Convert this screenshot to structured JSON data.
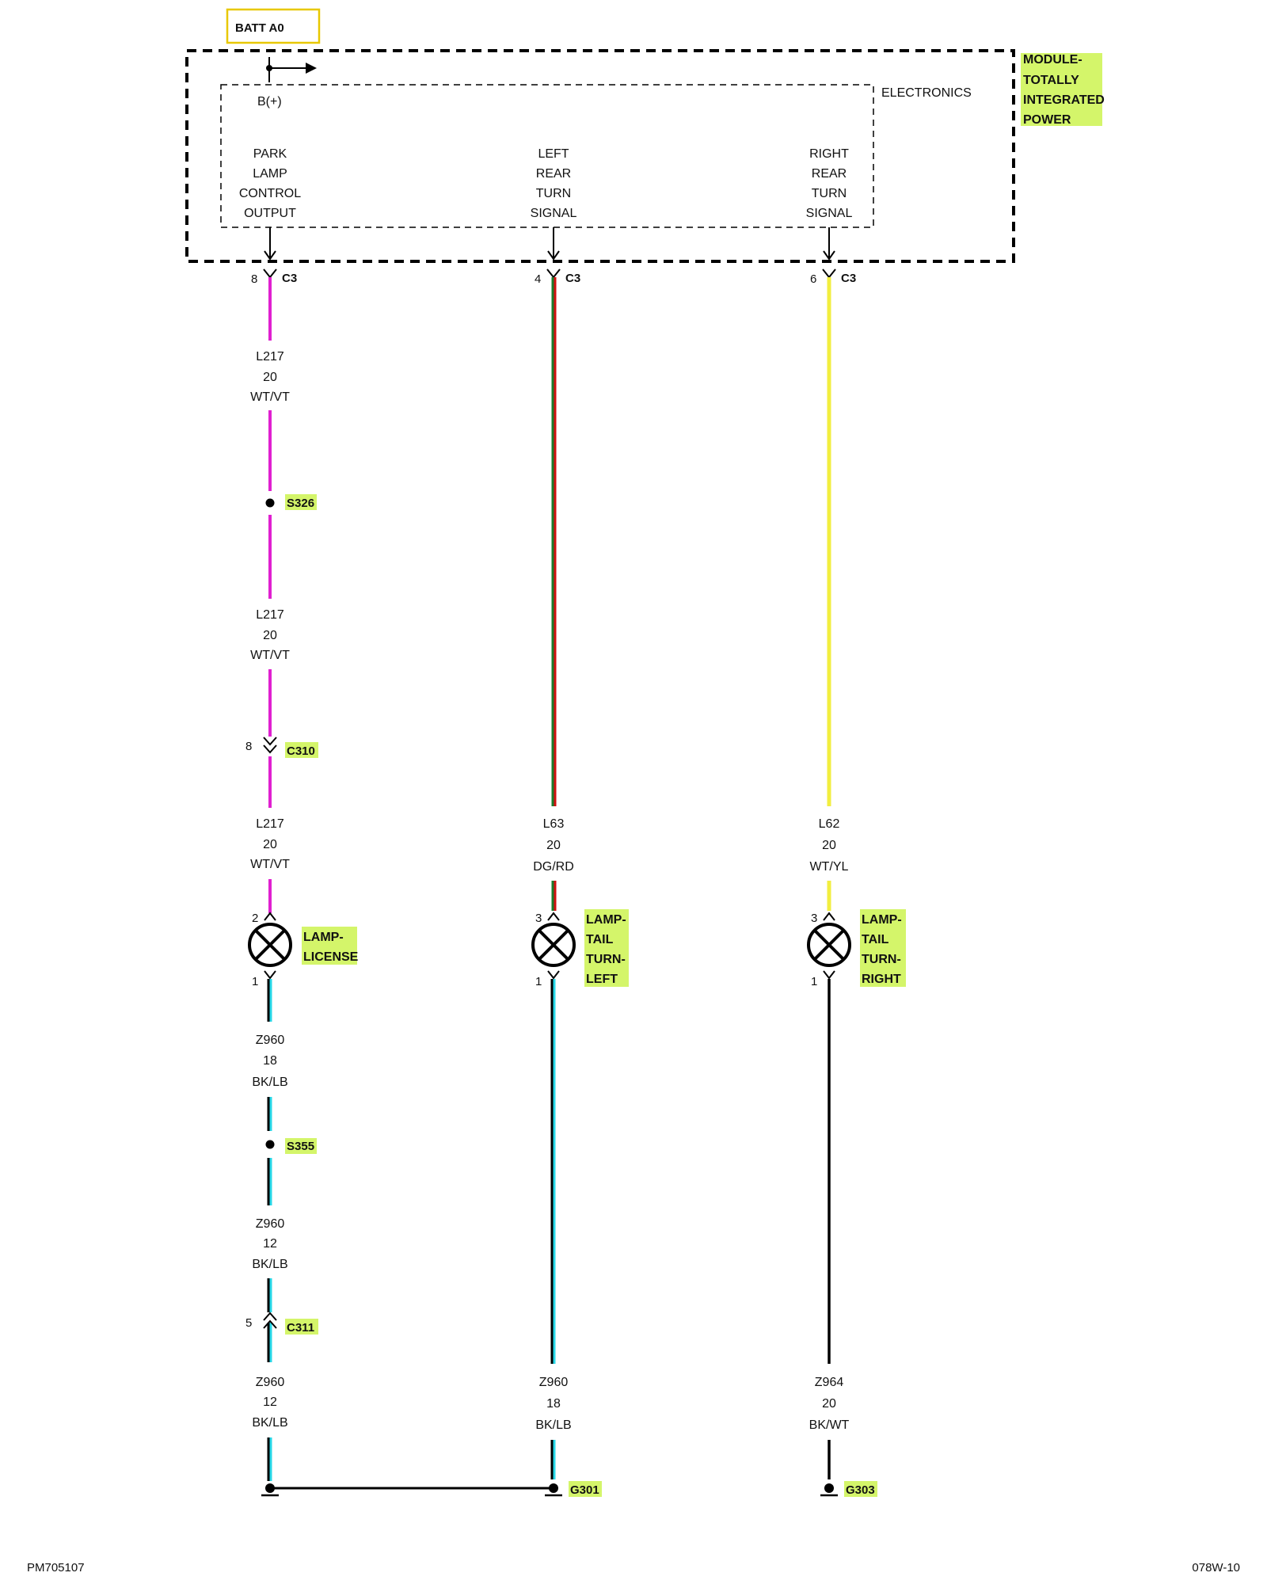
{
  "batt_label": "BATT A0",
  "module": {
    "name_lines": [
      "MODULE-",
      "TOTALLY",
      "INTEGRATED",
      "POWER"
    ],
    "section_label": "ELECTRONICS",
    "bplus_label": "B(+)",
    "outputs": [
      [
        "PARK",
        "LAMP",
        "CONTROL",
        "OUTPUT"
      ],
      [
        "LEFT",
        "REAR",
        "TURN",
        "SIGNAL"
      ],
      [
        "RIGHT",
        "REAR",
        "TURN",
        "SIGNAL"
      ]
    ],
    "connector_pins": [
      {
        "pin": "8",
        "connector": "C3"
      },
      {
        "pin": "4",
        "connector": "C3"
      },
      {
        "pin": "6",
        "connector": "C3"
      }
    ]
  },
  "circuits": {
    "left": {
      "wire_top": [
        {
          "circuit": "L217",
          "gauge": "20",
          "color": "WT/VT"
        },
        {
          "circuit": "L217",
          "gauge": "20",
          "color": "WT/VT"
        },
        {
          "circuit": "L217",
          "gauge": "20",
          "color": "WT/VT"
        }
      ],
      "splice_1": "S326",
      "connector_c310": {
        "pin": "8",
        "name": "C310"
      },
      "lamp": {
        "pin_top": "2",
        "pin_bottom": "1",
        "name_lines": [
          "LAMP-",
          "LICENSE"
        ]
      },
      "wire_bottom": [
        {
          "circuit": "Z960",
          "gauge": "18",
          "color": "BK/LB"
        },
        {
          "circuit": "Z960",
          "gauge": "12",
          "color": "BK/LB"
        },
        {
          "circuit": "Z960",
          "gauge": "12",
          "color": "BK/LB"
        }
      ],
      "splice_2": "S355",
      "connector_c311": {
        "pin": "5",
        "name": "C311"
      }
    },
    "middle": {
      "wire_top": {
        "circuit": "L63",
        "gauge": "20",
        "color": "DG/RD"
      },
      "lamp": {
        "pin_top": "3",
        "pin_bottom": "1",
        "name_lines": [
          "LAMP-",
          "TAIL",
          "TURN-",
          "LEFT"
        ]
      },
      "wire_bottom": {
        "circuit": "Z960",
        "gauge": "18",
        "color": "BK/LB"
      },
      "ground": "G301"
    },
    "right": {
      "wire_top": {
        "circuit": "L62",
        "gauge": "20",
        "color": "WT/YL"
      },
      "lamp": {
        "pin_top": "3",
        "pin_bottom": "1",
        "name_lines": [
          "LAMP-",
          "TAIL",
          "TURN-",
          "RIGHT"
        ]
      },
      "wire_bottom": {
        "circuit": "Z964",
        "gauge": "20",
        "color": "BK/WT"
      },
      "ground": "G303"
    }
  },
  "footer": {
    "left": "PM705107",
    "right": "078W-10"
  },
  "colors": {
    "highlight": "#d4f56a",
    "batt_border": "#e8c800",
    "wire_violet": "#e020d0",
    "wire_green": "#1a7a2a",
    "wire_red": "#d01010",
    "wire_yellow": "#f2ee40",
    "wire_black": "#000000",
    "wire_cyan": "#28d8e8"
  }
}
